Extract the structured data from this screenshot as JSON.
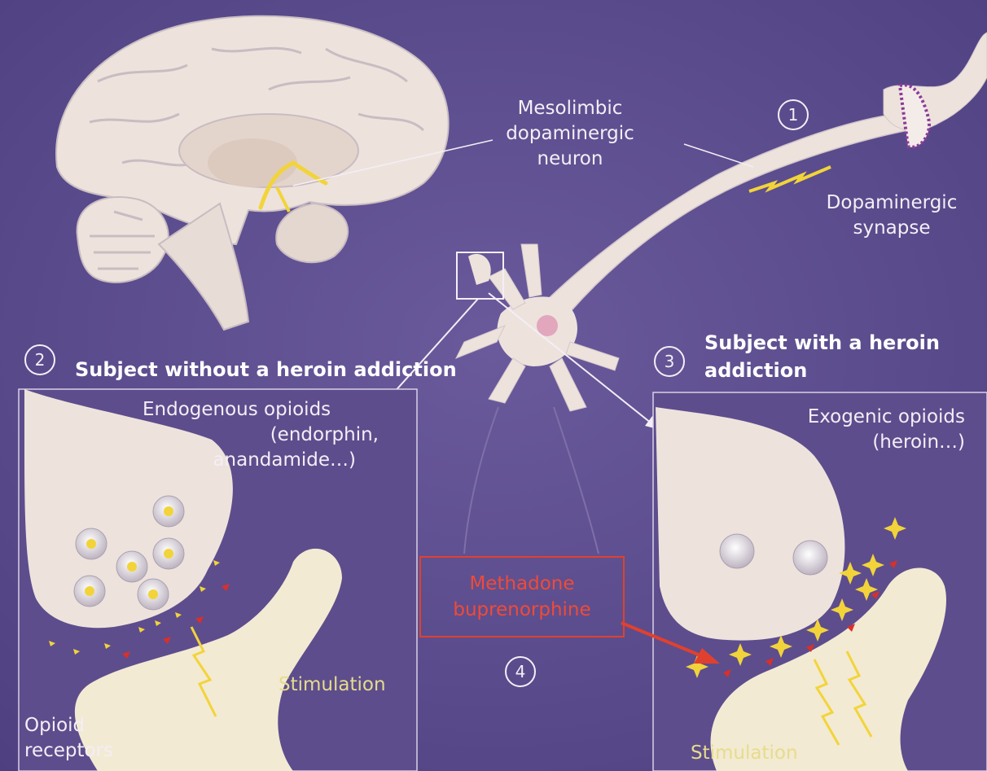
{
  "labels": {
    "mesolimbic": [
      "Mesolimbic",
      "dopaminergic",
      "neuron"
    ],
    "dopaminergic_synapse": [
      "Dopaminergic",
      "synapse"
    ],
    "without_addiction_title": "Subject without a heroin addiction",
    "with_addiction_title": [
      "Subject with a heroin",
      "addiction"
    ],
    "endogenous": [
      "Endogenous opioids",
      "(endorphin,",
      "anandamide…)"
    ],
    "exogenic": [
      "Exogenic opioids",
      "(heroin…)"
    ],
    "opioid_receptors": [
      "Opioid",
      "receptors"
    ],
    "stimulation": "Stimulation",
    "treatment": [
      "Methadone",
      "buprenorphine"
    ]
  },
  "numbers": [
    "1",
    "2",
    "3",
    "4"
  ],
  "colors": {
    "background": "#5a4a8a",
    "cell": "#ede3dc",
    "neurotransmitter": "#f2d43a",
    "receptor": "#d8302a",
    "treatment_accent": "#e0412e",
    "stimulation_text": "#e6dc8c"
  }
}
